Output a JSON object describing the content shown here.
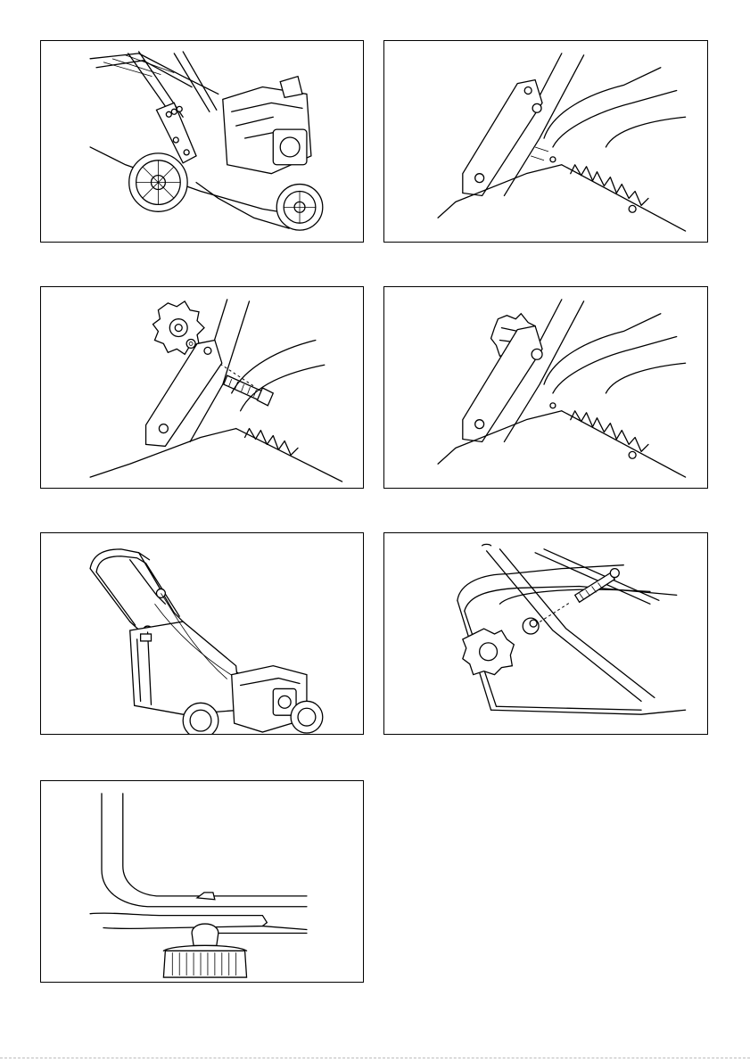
{
  "page": {
    "type": "manual-illustration-page"
  },
  "figures": [
    {
      "id": "fig-1",
      "icon": "mower-handle-folded-illustration"
    },
    {
      "id": "fig-2",
      "icon": "handle-bracket-closeup-illustration"
    },
    {
      "id": "fig-3",
      "icon": "knob-bolt-exploded-illustration"
    },
    {
      "id": "fig-4",
      "icon": "knob-fitted-bracket-illustration"
    },
    {
      "id": "fig-5",
      "icon": "mower-assembled-illustration"
    },
    {
      "id": "fig-6",
      "icon": "upper-handle-knob-exploded-illustration"
    },
    {
      "id": "fig-7",
      "icon": "cable-clip-knob-illustration"
    }
  ]
}
